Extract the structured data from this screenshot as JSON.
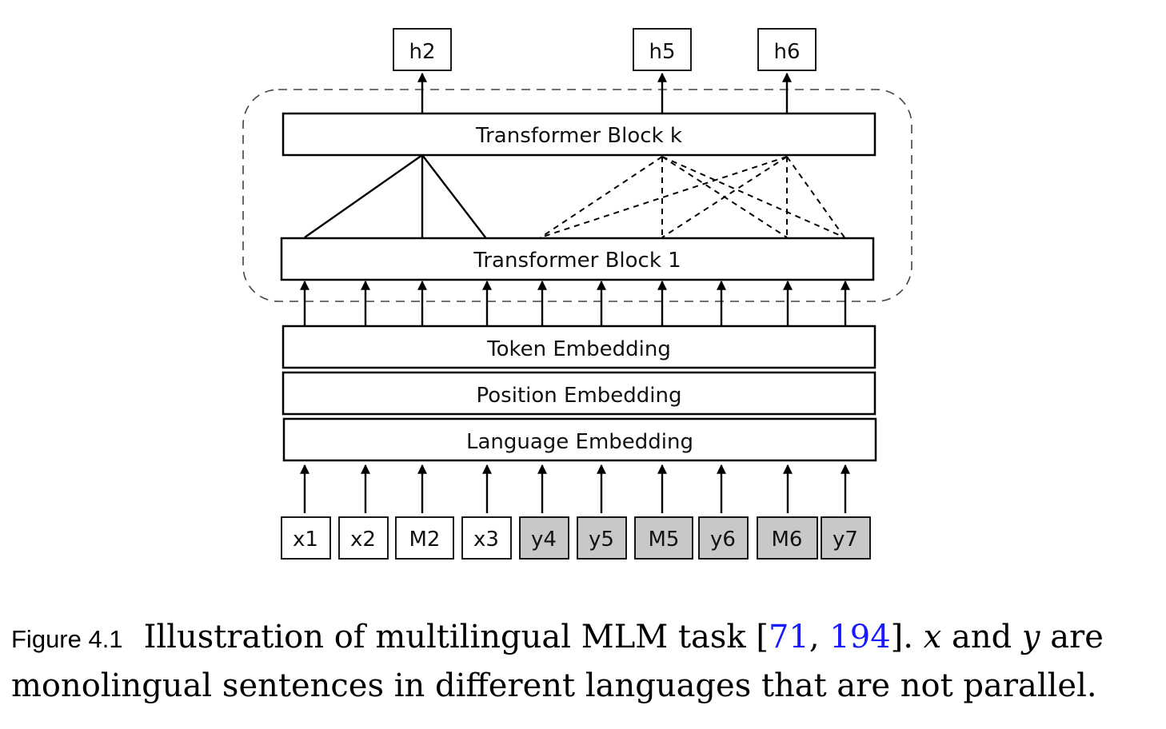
{
  "outputs": [
    "h2",
    "h5",
    "h6"
  ],
  "blocks": {
    "transformer_top": "Transformer Block k",
    "transformer_bottom": "Transformer Block 1",
    "token_embedding": "Token Embedding",
    "position_embedding": "Position Embedding",
    "language_embedding": "Language Embedding"
  },
  "tokens": [
    {
      "label": "x1",
      "lang": "x"
    },
    {
      "label": "x2",
      "lang": "x"
    },
    {
      "label": "M2",
      "lang": "x"
    },
    {
      "label": "x3",
      "lang": "x"
    },
    {
      "label": "y4",
      "lang": "y"
    },
    {
      "label": "y5",
      "lang": "y"
    },
    {
      "label": "M5",
      "lang": "y"
    },
    {
      "label": "y6",
      "lang": "y"
    },
    {
      "label": "M6",
      "lang": "y"
    },
    {
      "label": "y7",
      "lang": "y"
    }
  ],
  "colors": {
    "lang_x_fill": "#ffffff",
    "lang_y_fill": "#c8c8c8"
  },
  "caption": {
    "figure_label": "Figure 4.1",
    "text_before": "Illustration of multilingual MLM task [",
    "ref1": "71",
    "sep": ", ",
    "ref2": "194",
    "text_after_refs": "]. ",
    "var_x": "x",
    "and": " and ",
    "var_y": "y",
    "rest": " are monolingual sentences in different languages that are not parallel."
  }
}
